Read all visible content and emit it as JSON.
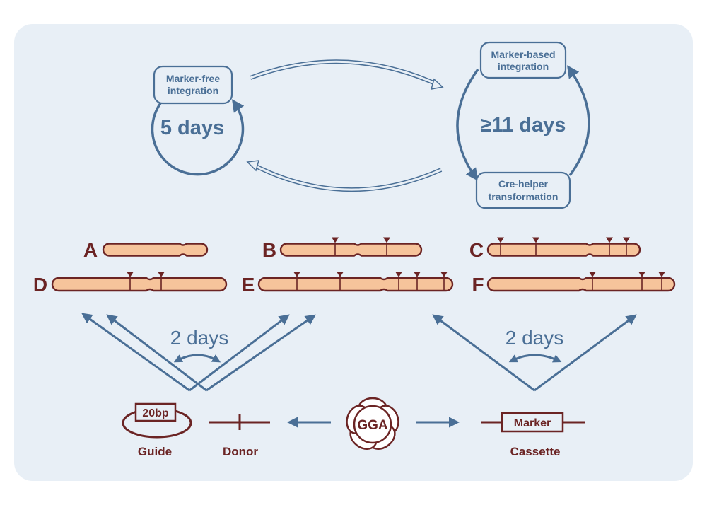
{
  "cycles": {
    "left": {
      "box_line1": "Marker-free",
      "box_line2": "integration",
      "duration": "5 days"
    },
    "right": {
      "top_box_line1": "Marker-based",
      "top_box_line2": "integration",
      "bottom_box_line1": "Cre-helper",
      "bottom_box_line2": "transformation",
      "duration": "≥11 days"
    }
  },
  "chromosomes": [
    {
      "label": "A"
    },
    {
      "label": "B"
    },
    {
      "label": "C"
    },
    {
      "label": "D"
    },
    {
      "label": "E"
    },
    {
      "label": "F"
    }
  ],
  "v_arrows": {
    "left_duration": "2 days",
    "right_duration": "2 days"
  },
  "parts": {
    "guide_box": "20bp",
    "guide_label": "Guide",
    "donor_label": "Donor",
    "gga_label": "GGA",
    "marker_box": "Marker",
    "cassette_label": "Cassette"
  },
  "colors": {
    "blue": "#4a6f96",
    "maroon": "#6b2424",
    "chromosome_fill": "#f6c49b",
    "panel": "#e8eff6"
  }
}
